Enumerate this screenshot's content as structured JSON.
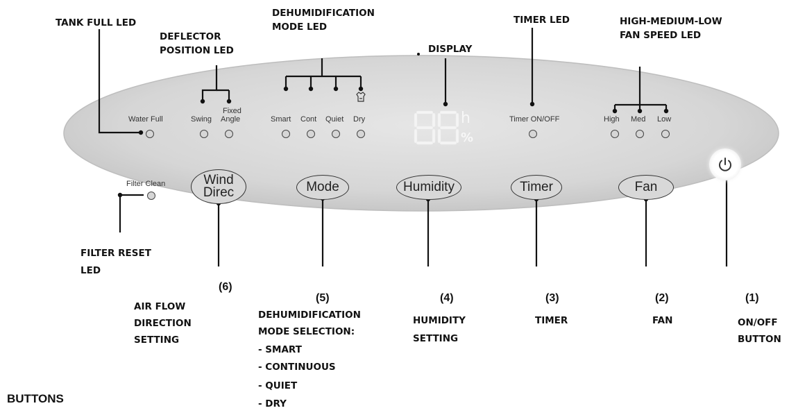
{
  "callouts": {
    "tank_full_led": "TANK FULL LED",
    "deflector_line1": "DEFLECTOR",
    "deflector_line2": "POSITION LED",
    "dehum_led_line1": "DEHUMIDIFICATION",
    "dehum_led_line2": "MODE LED",
    "display": "DISPLAY",
    "timer_led": "TIMER LED",
    "fan_led_line1": "HIGH-MEDIUM-LOW",
    "fan_led_line2": "FAN SPEED LED",
    "filter_reset_line1": "FILTER RESET",
    "filter_reset_line2": "LED"
  },
  "panel_labels": {
    "water_full": "Water Full",
    "swing": "Swing",
    "fixed_angle_line1": "Fixed",
    "fixed_angle_line2": "Angle",
    "smart": "Smart",
    "cont": "Cont",
    "quiet": "Quiet",
    "dry": "Dry",
    "timer_on_off": "Timer ON/OFF",
    "high": "High",
    "med": "Med",
    "low": "Low",
    "filter_clean": "Filter Clean"
  },
  "display": {
    "digits": "88",
    "unit_h": "h",
    "unit_pct": "%"
  },
  "buttons": {
    "wind_line1": "Wind",
    "wind_line2": "Direc",
    "mode": "Mode",
    "humidity": "Humidity",
    "timer": "Timer",
    "fan": "Fan",
    "power_icon": "power-icon"
  },
  "bottom_labels": {
    "b6_num": "(6)",
    "b6_line1": "AIR FLOW",
    "b6_line2": "DIRECTION",
    "b6_line3": "SETTING",
    "b5_num": "(5)",
    "b5_line1": "DEHUMIDIFICATION",
    "b5_line2": "MODE SELECTION:",
    "b5_line3": "- SMART",
    "b5_line4": "- CONTINUOUS",
    "b5_line5": "- QUIET",
    "b5_line6": "- DRY",
    "b4_num": "(4)",
    "b4_line1": "HUMIDITY",
    "b4_line2": "SETTING",
    "b3_num": "(3)",
    "b3_line1": "TIMER",
    "b2_num": "(2)",
    "b2_line1": "FAN",
    "b1_num": "(1)",
    "b1_line1": "ON/OFF",
    "b1_line2": "BUTTON"
  },
  "section_title": "BUTTONS",
  "colors": {
    "panel_fill": "#d9d9d9",
    "panel_edge": "#b8b8b8",
    "ink": "#111111"
  }
}
